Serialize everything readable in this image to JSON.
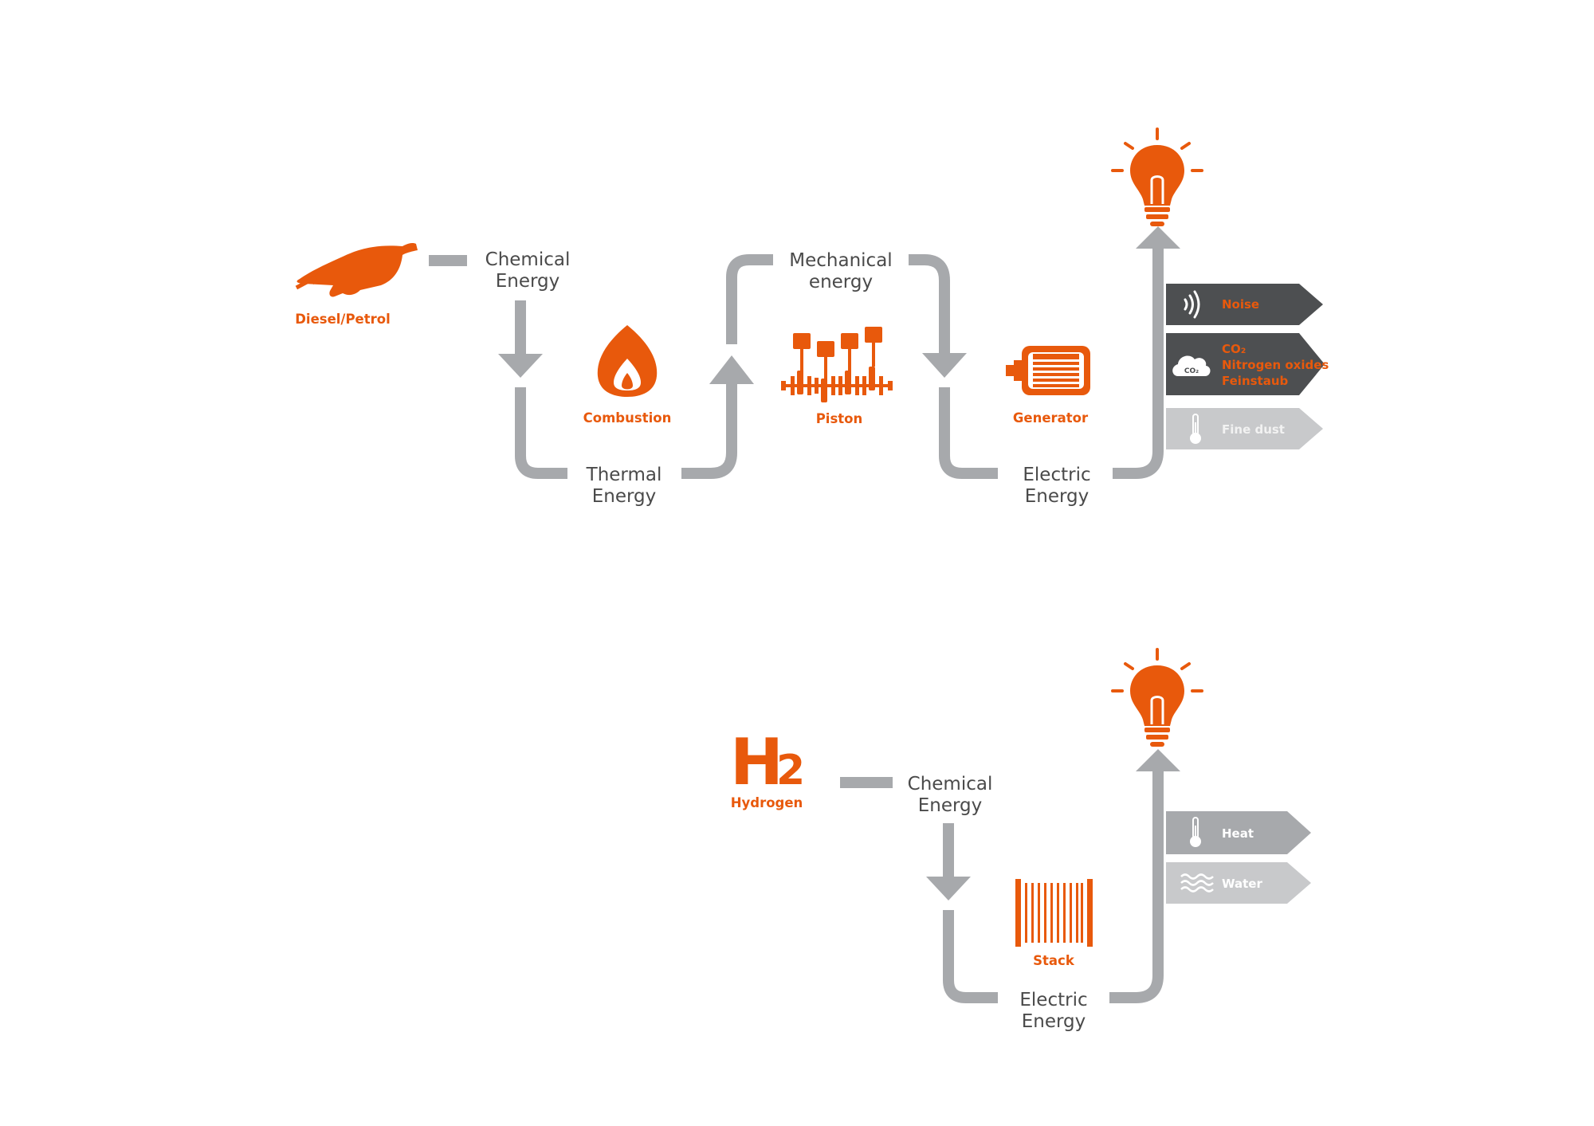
{
  "colors": {
    "accent": "#e8590c",
    "flow": "#a7a9ac",
    "text": "#4a4a4a",
    "tag_dark": "#4d4f51",
    "tag_mid": "#a7a9ac",
    "tag_light": "#c8c9cb",
    "tag_light_text": "#f2f2f2"
  },
  "combustion_process": {
    "fuel": {
      "icon": "fuel-nozzle-icon",
      "label": "Diesel/Petrol"
    },
    "stages": {
      "chemical": {
        "line1": "Chemical",
        "line2": "Energy"
      },
      "thermal": {
        "line1": "Thermal",
        "line2": "Energy"
      },
      "mechanical": {
        "line1": "Mechanical",
        "line2": "energy"
      },
      "electric": {
        "line1": "Electric",
        "line2": "Energy"
      }
    },
    "components": {
      "combustion": {
        "icon": "flame-icon",
        "label": "Combustion"
      },
      "piston": {
        "icon": "piston-icon",
        "label": "Piston"
      },
      "generator": {
        "icon": "generator-icon",
        "label": "Generator"
      }
    },
    "output_icon": "lightbulb-icon",
    "emissions": [
      {
        "icon": "sound-waves-icon",
        "lines": [
          "Noise"
        ]
      },
      {
        "icon": "cloud-co2-icon",
        "icon_text": "CO₂",
        "lines": [
          "CO₂",
          "Nitrogen oxides",
          "Feinstaub"
        ]
      },
      {
        "icon": "thermometer-icon",
        "lines": [
          "Fine dust"
        ]
      }
    ]
  },
  "fuel_cell_process": {
    "fuel": {
      "symbol": "H",
      "subscript": "2",
      "label": "Hydrogen"
    },
    "stages": {
      "chemical": {
        "line1": "Chemical",
        "line2": "Energy"
      },
      "electric": {
        "line1": "Electric",
        "line2": "Energy"
      }
    },
    "components": {
      "stack": {
        "icon": "fuel-cell-stack-icon",
        "label": "Stack"
      }
    },
    "output_icon": "lightbulb-icon",
    "emissions": [
      {
        "icon": "thermometer-icon",
        "lines": [
          "Heat"
        ]
      },
      {
        "icon": "water-waves-icon",
        "lines": [
          "Water"
        ]
      }
    ]
  }
}
